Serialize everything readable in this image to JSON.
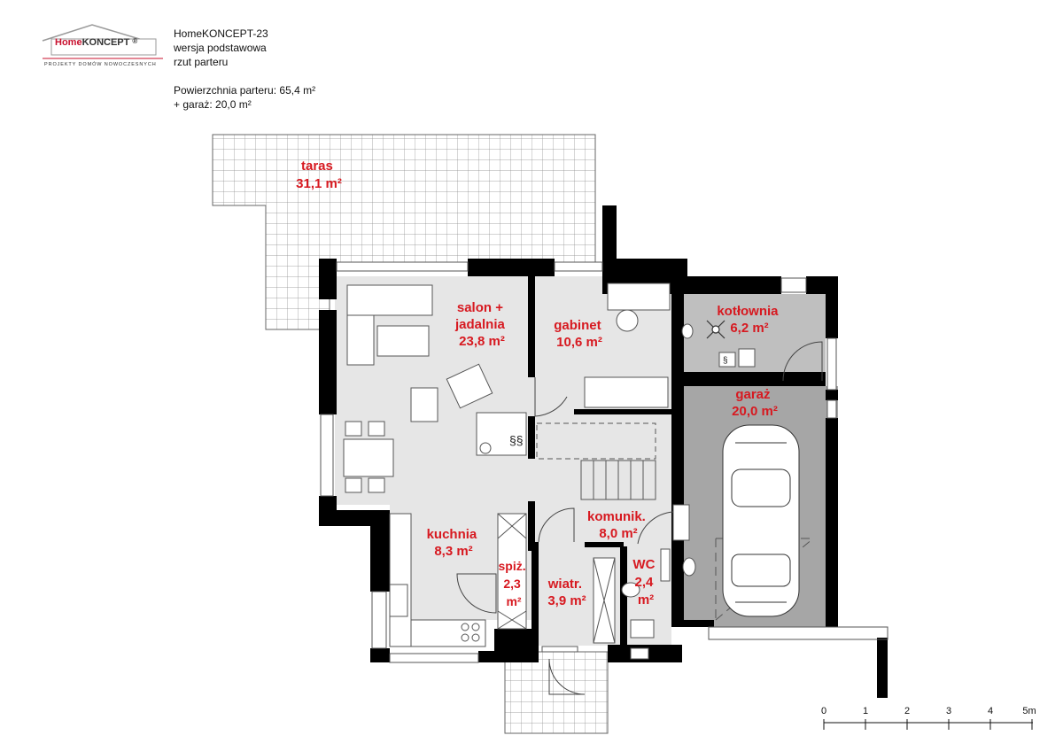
{
  "logo": {
    "brand_home": "Home",
    "brand_koncept": "KONCEPT",
    "registered": "®",
    "tagline": "PROJEKTY DOMÓW NOWOCZESNYCH"
  },
  "header": {
    "project_name": "HomeKONCEPT-23",
    "version": "wersja podstawowa",
    "view": "rzut parteru"
  },
  "area": {
    "ground_floor": "Powierzchnia parteru: 65,4 m²",
    "garage": "+ garaż: 20,0 m²"
  },
  "rooms": [
    {
      "id": "taras",
      "name": "taras",
      "area": "31,1 m²"
    },
    {
      "id": "salon",
      "name_lines": [
        "salon +",
        "jadalnia"
      ],
      "area": "23,8 m²"
    },
    {
      "id": "gabinet",
      "name": "gabinet",
      "area": "10,6 m²"
    },
    {
      "id": "kotlownia",
      "name": "kotłownia",
      "area": "6,2 m²"
    },
    {
      "id": "garaz",
      "name": "garaż",
      "area": "20,0 m²"
    },
    {
      "id": "kuchnia",
      "name": "kuchnia",
      "area": "8,3 m²"
    },
    {
      "id": "komunik",
      "name": "komunik.",
      "area": "8,0 m²"
    },
    {
      "id": "spiz",
      "name_lines": [
        "spiż.",
        "2,3",
        "m²"
      ]
    },
    {
      "id": "wiatr",
      "name": "wiatr.",
      "area": "3,9 m²"
    },
    {
      "id": "wc",
      "name_lines": [
        "WC",
        "2,4",
        "m²"
      ]
    }
  ],
  "scale": {
    "labels": [
      "0",
      "1",
      "2",
      "3",
      "4",
      "5m"
    ]
  },
  "colors": {
    "label": "#d71920",
    "wall": "#000000",
    "floor": "#e6e6e6",
    "garage_floor": "#a6a6a6",
    "boiler_floor": "#bfbfbf"
  }
}
